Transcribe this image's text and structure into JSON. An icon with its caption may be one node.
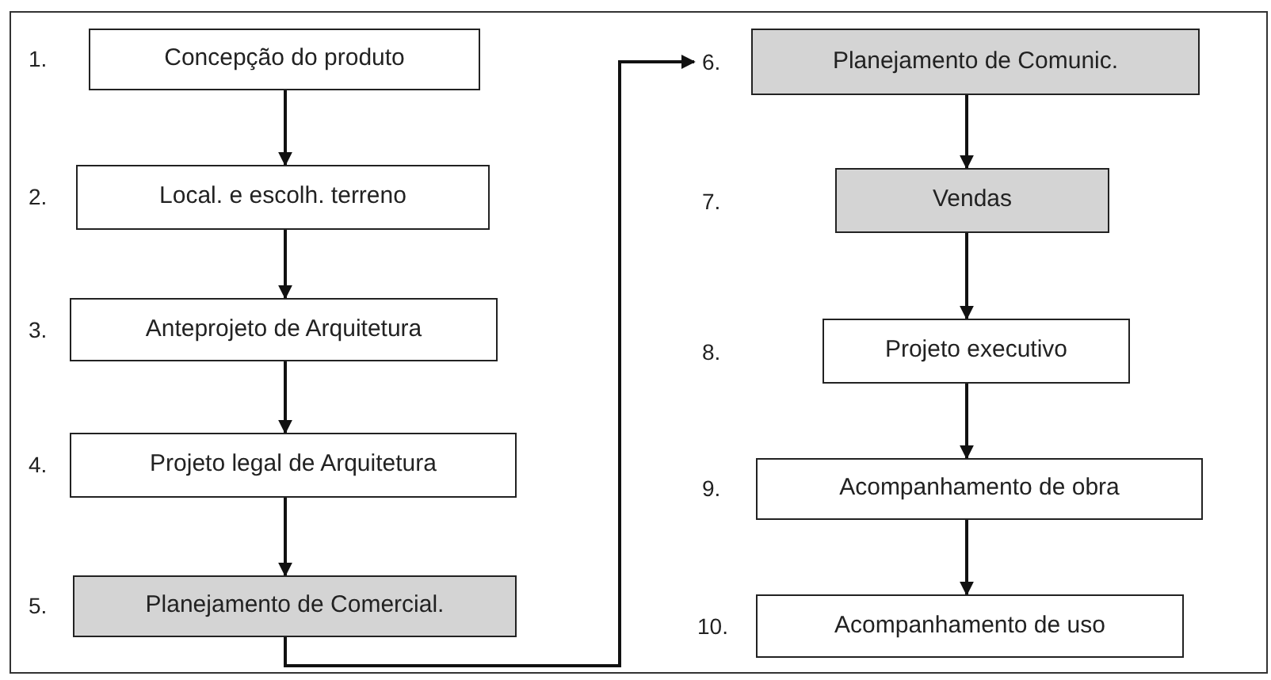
{
  "diagram": {
    "nodes": [
      {
        "text": [
          "Concepção do produto"
        ],
        "beside": [
          "1."
        ]
      },
      {
        "text": [
          "Local. e escolh. terreno"
        ],
        "beside": [
          "2."
        ]
      },
      {
        "text": [
          "Anteprojeto de Arquitetura"
        ],
        "beside": [
          "3."
        ]
      },
      {
        "text": [
          "Projeto legal de Arquitetura"
        ],
        "beside": [
          "4."
        ]
      },
      {
        "text": [
          "Planejamento de Comercial."
        ],
        "beside": [
          "5."
        ]
      },
      {
        "text": [
          "Planejamento de Comunic."
        ],
        "beside": [
          "6."
        ]
      },
      {
        "text": [
          "Vendas"
        ]
      },
      {
        "text": [
          "Projeto executivo"
        ]
      },
      {
        "text": [
          "Acompanhamento de obra"
        ],
        "beside": [
          "9."
        ]
      },
      {
        "text": [
          "Acompanhamento de uso"
        ],
        "beside": [
          "10."
        ]
      }
    ],
    "edges": [
      {
        "from": 0,
        "to": 1,
        "arrow": "to"
      },
      {
        "from": 1,
        "to": 2,
        "arrow": "to"
      },
      {
        "from": 2,
        "to": 3,
        "arrow": "to"
      },
      {
        "from": 3,
        "to": 4,
        "arrow": "to"
      },
      {
        "from": 4,
        "to": 5,
        "arrow": "to"
      },
      {
        "from": 5,
        "to": 6,
        "arrow": "to"
      },
      {
        "from": 6,
        "to": 7,
        "arrow": "to"
      },
      {
        "from": 7,
        "to": 8,
        "arrow": "to"
      },
      {
        "from": 8,
        "to": 9,
        "arrow": "to"
      }
    ],
    "labels": [
      "7.",
      "8."
    ]
  }
}
